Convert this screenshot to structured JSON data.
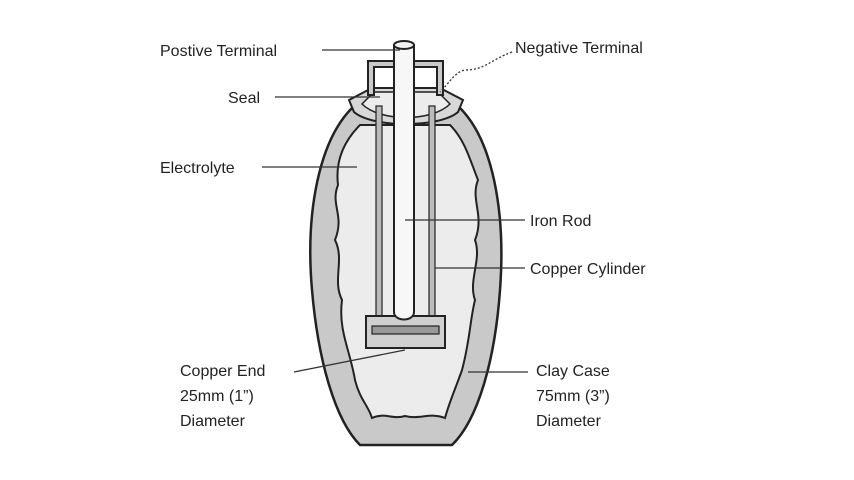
{
  "labels": {
    "positive_terminal": "Postive Terminal",
    "negative_terminal": "Negative Terminal",
    "seal": "Seal",
    "electrolyte": "Electrolyte",
    "iron_rod": "Iron Rod",
    "copper_cylinder": "Copper Cylinder",
    "copper_end": [
      "Copper End",
      "25mm (1”)",
      "Diameter"
    ],
    "clay_case": [
      "Clay Case",
      "75mm (3”)",
      "Diameter"
    ]
  },
  "colors": {
    "clay": "#c9c9c9",
    "electrolyte": "#ececec",
    "outline": "#222222",
    "metal": "#f7f7f7"
  }
}
